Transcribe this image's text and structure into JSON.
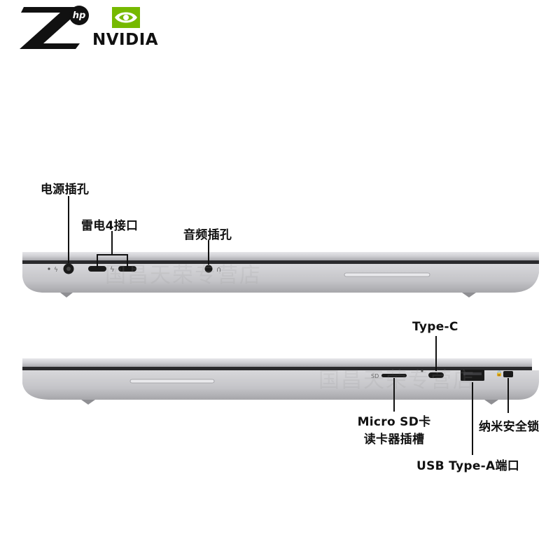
{
  "brand": {
    "hp_mark": "hp",
    "nvidia_wordmark": "NVIDIA",
    "nvidia_color": "#76b900",
    "z_color": "#111111"
  },
  "watermark": {
    "text": "国昌天荣专营店"
  },
  "colors": {
    "chassis": "#c9c9cc",
    "chassis_light": "#e3e3e6",
    "chassis_dark": "#9a9a9e",
    "port": "#1a1a1a",
    "callout_line": "#111111"
  },
  "left_side": {
    "callouts": [
      {
        "id": "power",
        "label": "电源插孔"
      },
      {
        "id": "thunderbolt",
        "label": "雷电4接口"
      },
      {
        "id": "audio",
        "label": "音频插孔"
      }
    ]
  },
  "right_side": {
    "callouts": [
      {
        "id": "typec",
        "label": "Type-C"
      },
      {
        "id": "sdcard",
        "label_line1": "Micro SD卡",
        "label_line2": "读卡器插槽"
      },
      {
        "id": "lock",
        "label": "纳米安全锁"
      },
      {
        "id": "usba",
        "label": "USB Type-A端口"
      }
    ]
  }
}
